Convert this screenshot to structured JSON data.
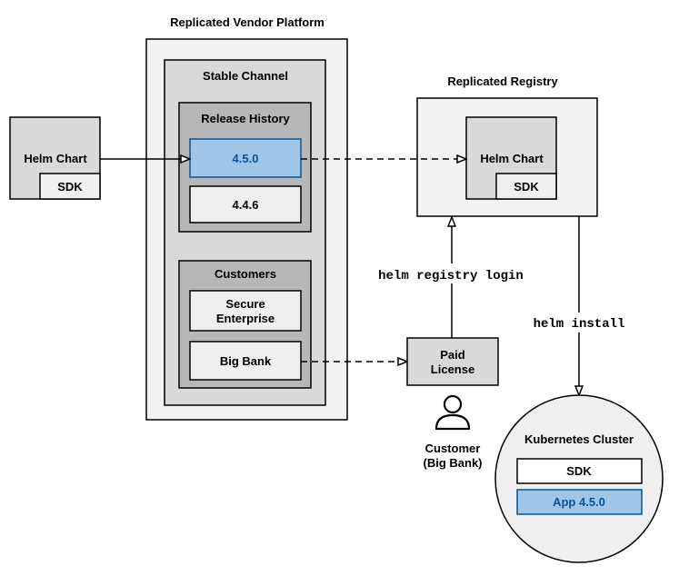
{
  "vendor_platform": {
    "title": "Replicated Vendor Platform",
    "channel": {
      "title": "Stable Channel",
      "release_history": {
        "title": "Release History",
        "releases": [
          "4.5.0",
          "4.4.6"
        ]
      },
      "customers": {
        "title": "Customers",
        "items": [
          [
            "Secure",
            "Enterprise"
          ],
          [
            "Big Bank"
          ]
        ]
      }
    }
  },
  "helm_chart_source": {
    "title": "Helm Chart",
    "sdk": "SDK"
  },
  "registry": {
    "title": "Replicated Registry",
    "chart": {
      "title": "Helm Chart",
      "sdk": "SDK"
    }
  },
  "edges": {
    "login": "helm registry login",
    "install": "helm install"
  },
  "license": {
    "lines": [
      "Paid",
      "License"
    ]
  },
  "customer": {
    "icon": "person-icon",
    "lines": [
      "Customer",
      "(Big Bank)"
    ]
  },
  "cluster": {
    "title": "Kubernetes Cluster",
    "sdk": "SDK",
    "app": "App 4.5.0"
  },
  "colors": {
    "highlight_fill": "#9fc5e8",
    "highlight_stroke": "#0b5394",
    "highlight_text": "#0b5394"
  }
}
